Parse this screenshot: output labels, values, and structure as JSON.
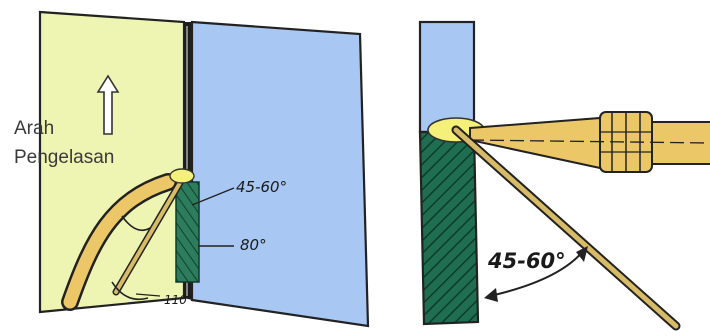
{
  "left_view": {
    "direction_label": [
      "Arah",
      "Pengelasan"
    ],
    "angle_labels": [
      "45-60°",
      "80°",
      "110°"
    ]
  },
  "right_view": {
    "angle_label": "45-60°"
  },
  "colors": {
    "yellow_plate": "#eef5b2",
    "blue_plate": "#a9c7f3",
    "weld_green": "#1f6e51",
    "torch_yellow": "#ecc768",
    "rod_tan": "#d8bb67",
    "flame": "#f4f07a"
  }
}
